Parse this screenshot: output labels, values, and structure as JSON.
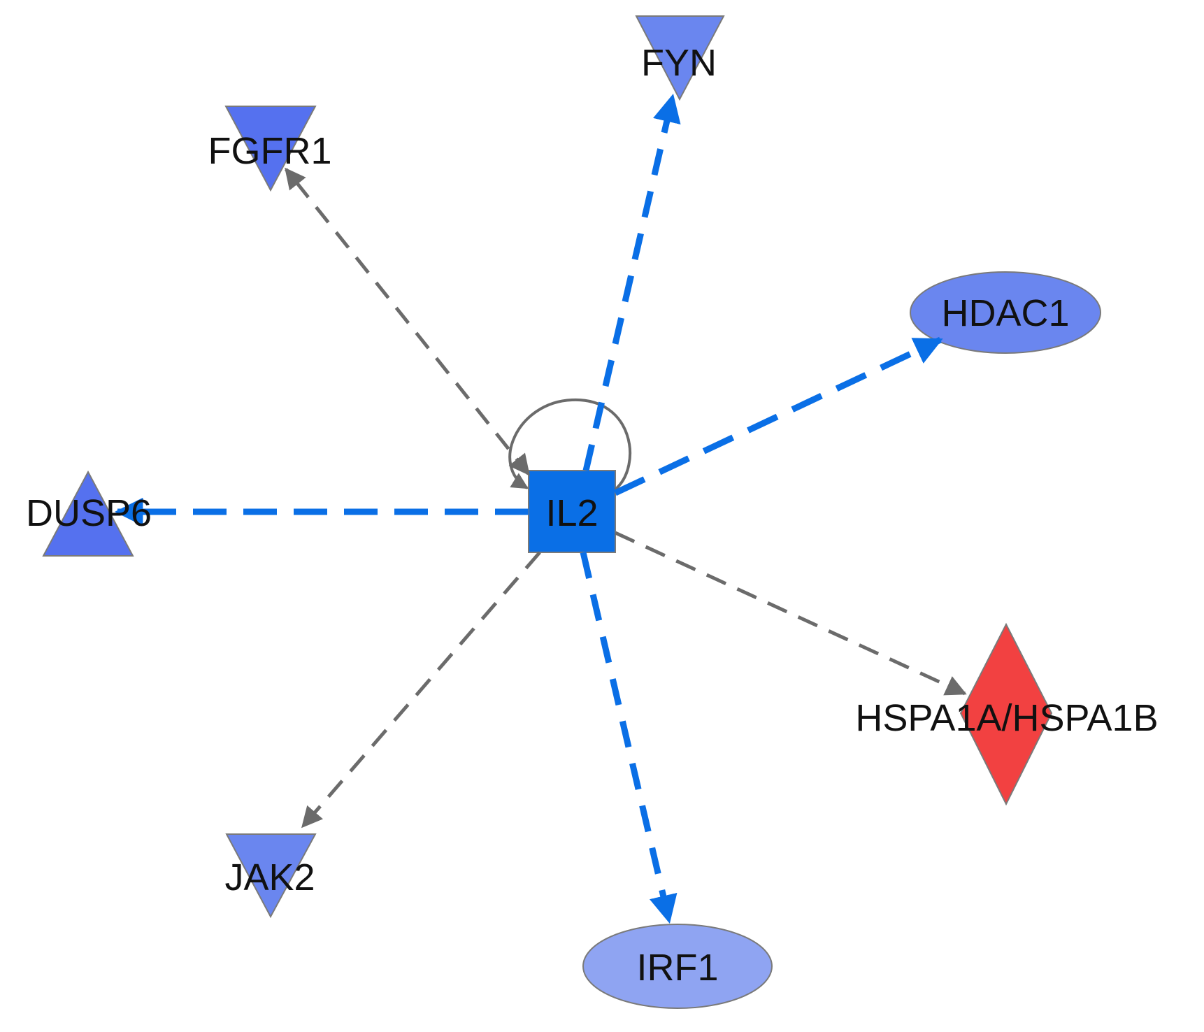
{
  "nodes": {
    "il2": {
      "label": "IL2",
      "shape": "square"
    },
    "fyn": {
      "label": "FYN",
      "shape": "triangle-down"
    },
    "fgfr1": {
      "label": "FGFR1",
      "shape": "triangle-down"
    },
    "hdac1": {
      "label": "HDAC1",
      "shape": "ellipse"
    },
    "dusp6": {
      "label": "DUSP6",
      "shape": "triangle-up"
    },
    "hspa": {
      "label": "HSPA1A/HSPA1B",
      "shape": "diamond"
    },
    "jak2": {
      "label": "JAK2",
      "shape": "triangle-down"
    },
    "irf1": {
      "label": "IRF1",
      "shape": "ellipse"
    }
  },
  "colors": {
    "blue_edge": "#0a6fe6",
    "gray_edge": "#6b6b6b",
    "node_blue_dark": "#5571ef",
    "node_blue_mid": "#6a86ef",
    "node_blue_light": "#8fa4f2",
    "il2_fill": "#0a6fe6",
    "hspa_fill": "#f24141",
    "node_outline": "#7a7a7a"
  },
  "edges": [
    {
      "from": "IL2",
      "to": "FYN",
      "style": "blue-dashed"
    },
    {
      "from": "IL2",
      "to": "HDAC1",
      "style": "blue-dashed"
    },
    {
      "from": "IL2",
      "to": "DUSP6",
      "style": "blue-dashed"
    },
    {
      "from": "IL2",
      "to": "IRF1",
      "style": "blue-dashed"
    },
    {
      "from": "IL2",
      "to": "FGFR1",
      "style": "gray-dashed",
      "bidirectional": true
    },
    {
      "from": "IL2",
      "to": "HSPA1A/HSPA1B",
      "style": "gray-dashed"
    },
    {
      "from": "IL2",
      "to": "JAK2",
      "style": "gray-dashed"
    },
    {
      "from": "IL2",
      "to": "IL2",
      "style": "gray-solid",
      "self_loop": true
    }
  ]
}
